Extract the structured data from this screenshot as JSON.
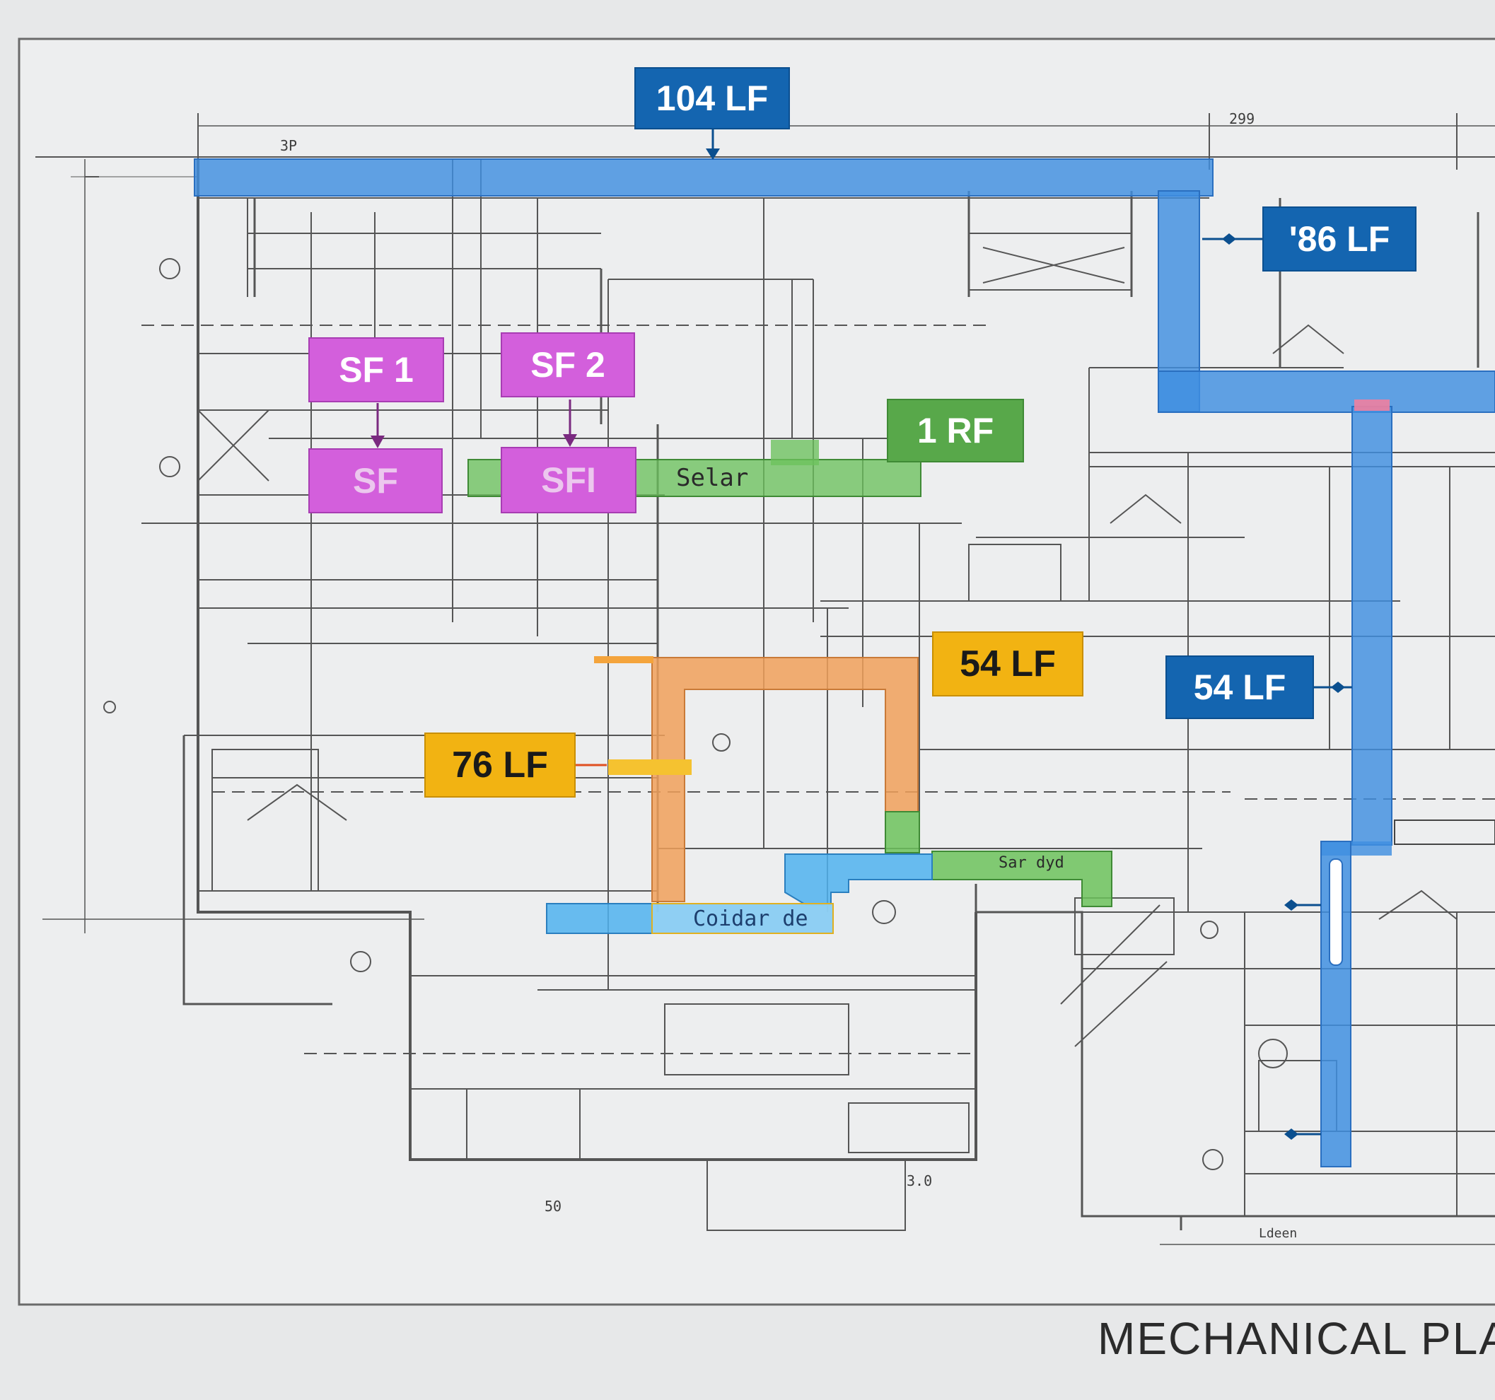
{
  "sheet_title": "MECHANICAL PLA",
  "colors": {
    "paper": "#e7e8e9",
    "linework": "#505050",
    "duct_blue": "#3f8fe0",
    "duct_light_blue": "#4fb2ef",
    "duct_orange": "#f0a05a",
    "duct_green": "#6cc25c",
    "tag_blue": "#1465b0",
    "tag_yellow": "#f2b312",
    "tag_green": "#58a84a",
    "tag_magenta": "#d35fdc"
  },
  "callouts": {
    "top_run": "104 LF",
    "right_branch": "'86 LF",
    "right_riser": "54 LF",
    "orange_loop_right": "54 LF",
    "orange_loop_left": "76 LF",
    "green_run": "1 RF"
  },
  "fans": {
    "sf1_label": "SF 1",
    "sf2_label": "SF 2",
    "unit_a": "SF",
    "unit_b": "SFI"
  },
  "duct_labels": {
    "green_section": "Selar",
    "blue_lower": "Coidar de",
    "green_lower": "Sar dyd"
  },
  "dimension_notes": {
    "top_left": "3P",
    "top_right": "299",
    "bottom_mid": "50",
    "bottom_right": "3.0",
    "right_bottom": "Ldeen"
  }
}
